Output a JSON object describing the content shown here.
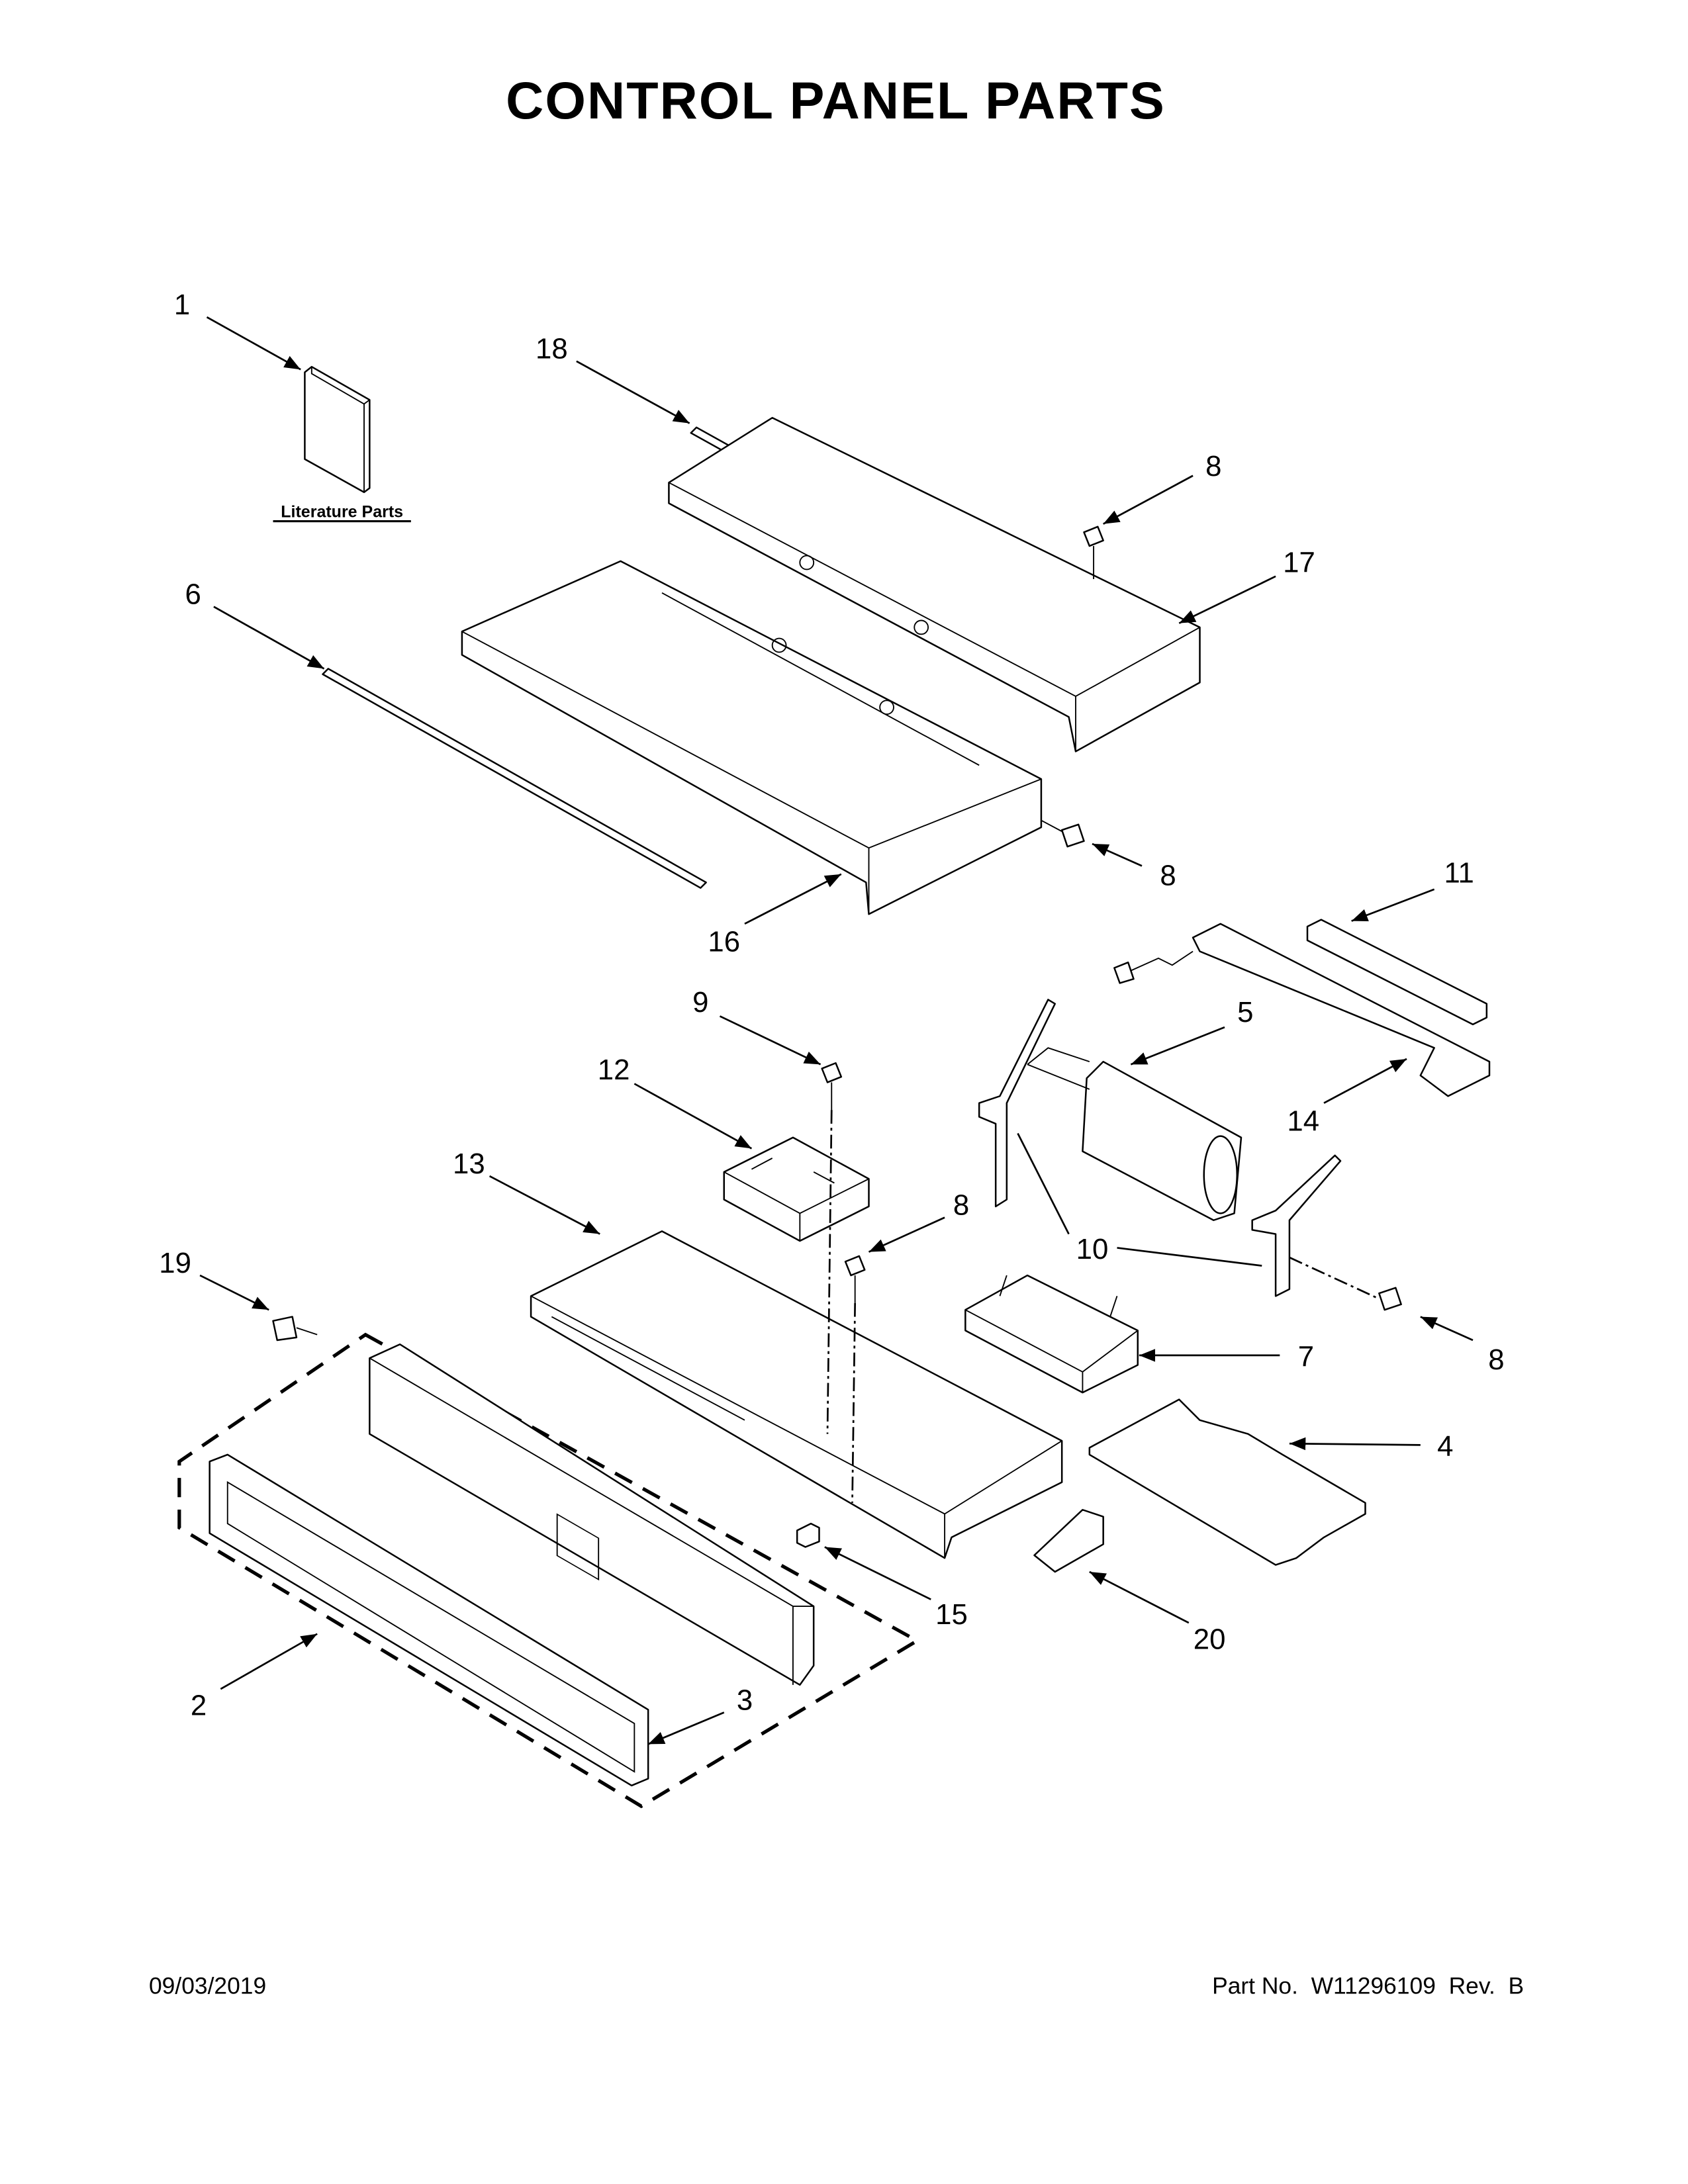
{
  "title": "CONTROL PANEL PARTS",
  "literature_label": "Literature Parts",
  "callouts": {
    "c1": "1",
    "c18": "18",
    "c8a": "8",
    "c17": "17",
    "c6": "6",
    "c8b": "8",
    "c16": "16",
    "c11": "11",
    "c8c": "8",
    "c9": "9",
    "c12": "12",
    "c5": "5",
    "c14": "14",
    "c13": "13",
    "c8d": "8",
    "c10": "10",
    "c19": "19",
    "c7": "7",
    "c8e": "8",
    "c4": "4",
    "c15": "15",
    "c20": "20",
    "c2": "2",
    "c3": "3"
  },
  "footer": {
    "date": "09/03/2019",
    "part_number": "Part No.  W11296109  Rev.  B"
  }
}
